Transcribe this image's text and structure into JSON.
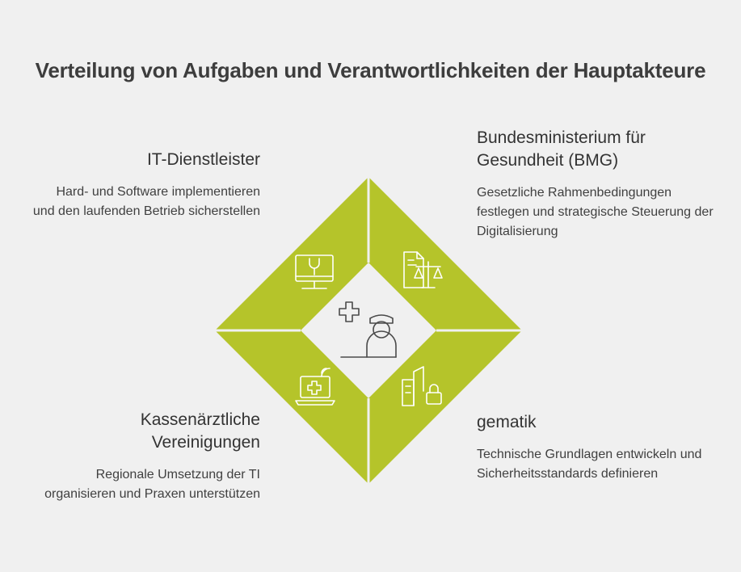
{
  "title": "Verteilung von Aufgaben und Verantwortlichkeiten der Hauptakteure",
  "colors": {
    "accent": "#b5c42a",
    "divider": "#f0f0f0",
    "icon": "#ffffff",
    "center_icon": "#4a4a4a"
  },
  "actors": [
    {
      "heading": "IT-Dienstleister",
      "description": "Hard- und Software implementieren und den laufenden Betrieb sicherstellen",
      "icon": "monitor-wrench-icon"
    },
    {
      "heading": "Bundesministerium für Gesundheit (BMG)",
      "description": "Gesetzliche Rahmenbedingungen festlegen und strategische Steuerung der Digitalisierung",
      "icon": "document-scales-icon"
    },
    {
      "heading": "Kassenärztliche Vereinigungen",
      "description": "Regionale Umsetzung der TI organisieren und Praxen unterstützen",
      "icon": "laptop-medical-wifi-icon"
    },
    {
      "heading": "gematik",
      "description": "Technische Grundlagen entwickeln und Sicherheitsstandards definieren",
      "icon": "buildings-lock-icon"
    }
  ],
  "center_icon": "doctor-medical-cross-icon"
}
